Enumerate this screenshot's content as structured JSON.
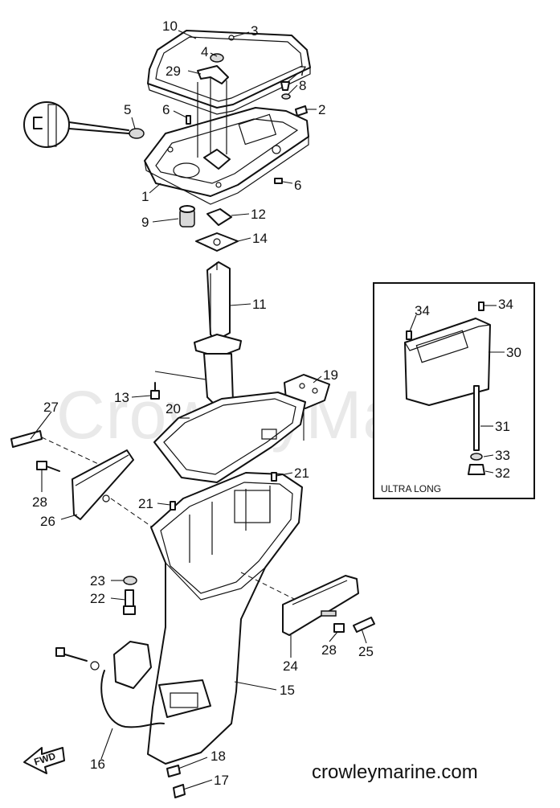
{
  "watermark": "CrowleyMarine",
  "footer_url": "crowleymarine.com",
  "inset_caption": "ULTRA LONG",
  "fwd_label": "FWD",
  "callouts": [
    {
      "id": "c10",
      "text": "10"
    },
    {
      "id": "c3",
      "text": "3"
    },
    {
      "id": "c4",
      "text": "4"
    },
    {
      "id": "c29",
      "text": "29"
    },
    {
      "id": "c7",
      "text": "7"
    },
    {
      "id": "c8",
      "text": "8"
    },
    {
      "id": "c5",
      "text": "5"
    },
    {
      "id": "c6a",
      "text": "6"
    },
    {
      "id": "c2",
      "text": "2"
    },
    {
      "id": "c6b",
      "text": "6"
    },
    {
      "id": "c1",
      "text": "1"
    },
    {
      "id": "c9",
      "text": "9"
    },
    {
      "id": "c12",
      "text": "12"
    },
    {
      "id": "c14",
      "text": "14"
    },
    {
      "id": "c11",
      "text": "11"
    },
    {
      "id": "c13",
      "text": "13"
    },
    {
      "id": "c19",
      "text": "19"
    },
    {
      "id": "c27",
      "text": "27"
    },
    {
      "id": "c20",
      "text": "20"
    },
    {
      "id": "c28a",
      "text": "28"
    },
    {
      "id": "c21a",
      "text": "21"
    },
    {
      "id": "c21b",
      "text": "21"
    },
    {
      "id": "c26",
      "text": "26"
    },
    {
      "id": "c23",
      "text": "23"
    },
    {
      "id": "c22",
      "text": "22"
    },
    {
      "id": "c28b",
      "text": "28"
    },
    {
      "id": "c25",
      "text": "25"
    },
    {
      "id": "c24",
      "text": "24"
    },
    {
      "id": "c15",
      "text": "15"
    },
    {
      "id": "c16",
      "text": "16"
    },
    {
      "id": "c18",
      "text": "18"
    },
    {
      "id": "c17",
      "text": "17"
    },
    {
      "id": "c34a",
      "text": "34"
    },
    {
      "id": "c34b",
      "text": "34"
    },
    {
      "id": "c30",
      "text": "30"
    },
    {
      "id": "c31",
      "text": "31"
    },
    {
      "id": "c33",
      "text": "33"
    },
    {
      "id": "c32",
      "text": "32"
    }
  ]
}
